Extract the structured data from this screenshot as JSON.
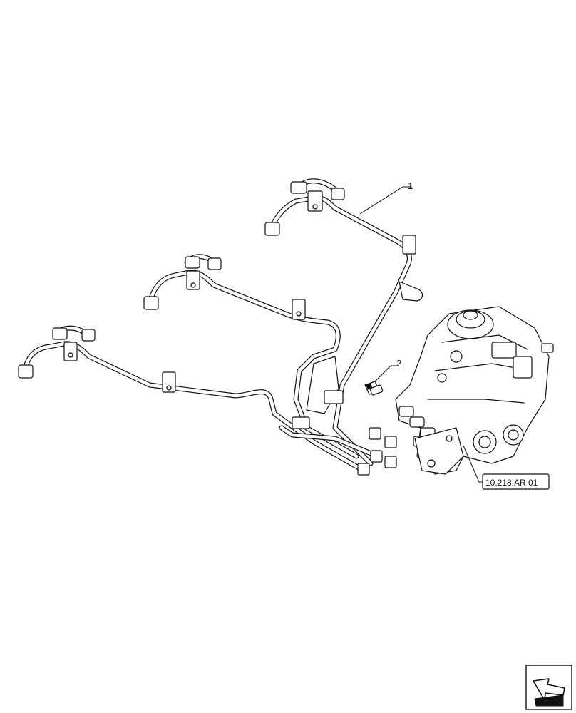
{
  "callouts": [
    {
      "id": "1",
      "label": "1"
    },
    {
      "id": "2",
      "label": "2"
    }
  ],
  "reference": {
    "label": "10.218.AR 01"
  },
  "icons": {
    "navigation": "back-arrow-icon"
  }
}
